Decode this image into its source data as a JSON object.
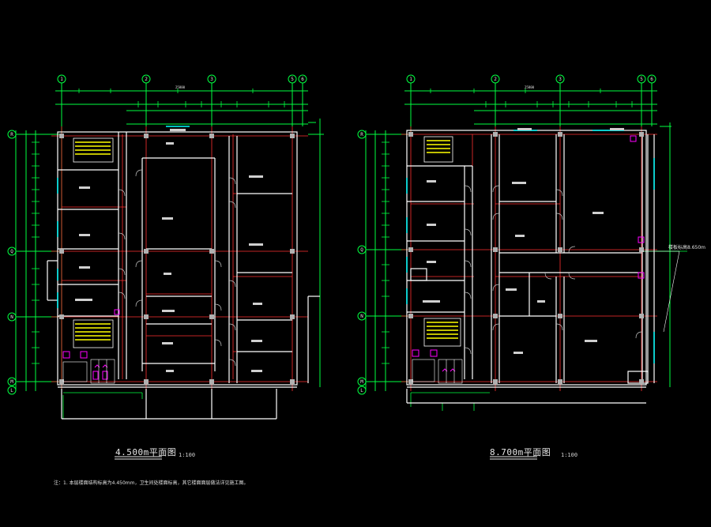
{
  "plans": [
    {
      "title": "4.500m平面图",
      "scale": "1:100",
      "axes_top": [
        "1",
        "2",
        "3",
        "5",
        "6"
      ],
      "axes_left": [
        "R",
        "Q",
        "N",
        "M",
        "L"
      ],
      "overall_dim": "25800"
    },
    {
      "title": "8.700m平面图",
      "scale": "1:100",
      "axes_top": [
        "1",
        "2",
        "3",
        "5",
        "6"
      ],
      "axes_left": [
        "R",
        "Q",
        "N",
        "M",
        "L"
      ],
      "overall_dim": "25800"
    }
  ],
  "note": "注：1. 本层楼面结构标高为4.450mm，卫生间处楼面标高，其它楼面面层做法详见施工图。",
  "callout": "楼板标高8.650m",
  "colors": {
    "background": "#000000",
    "wall": "#ffffff",
    "axis_line": "#ff3030",
    "dimension": "#00ff40",
    "stair": "#ffff00",
    "column": "#a0a0a0",
    "door": "#c0c0c0",
    "fixture": "#ff00ff",
    "window": "#00ffff"
  }
}
